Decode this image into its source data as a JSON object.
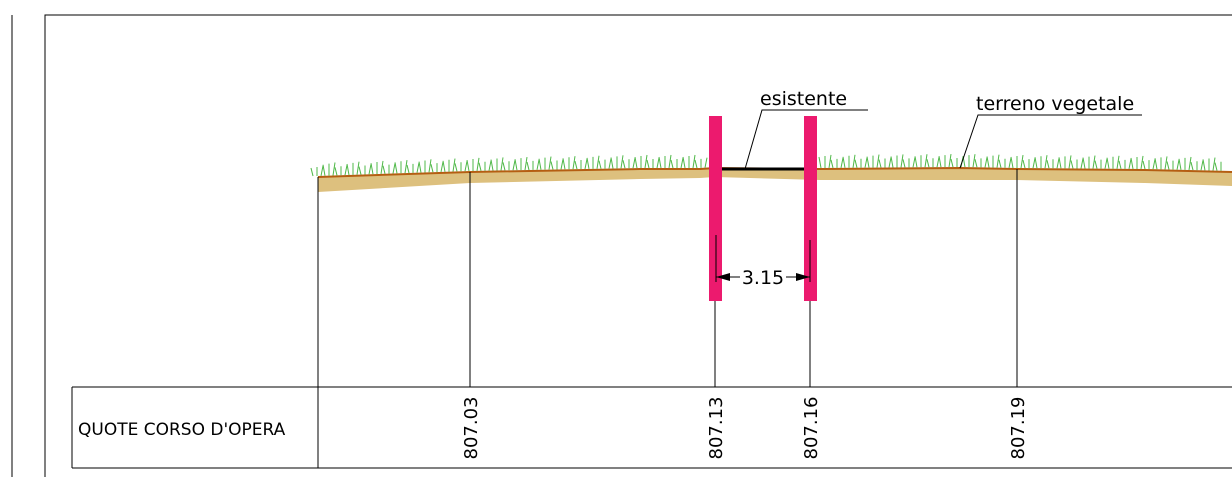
{
  "labels": {
    "existing": "esistente",
    "topsoil": "terreno vegetale",
    "width": "3.15"
  },
  "table": {
    "row_label": "QUOTE CORSO D'OPERA",
    "elevations": [
      "807.03",
      "807.13",
      "807.16",
      "807.19"
    ]
  },
  "colors": {
    "pile": "#ec1a6e",
    "soil": "#ddc07e",
    "soil_line": "#b55e12",
    "grass": "#4fb848",
    "line": "#000000"
  }
}
